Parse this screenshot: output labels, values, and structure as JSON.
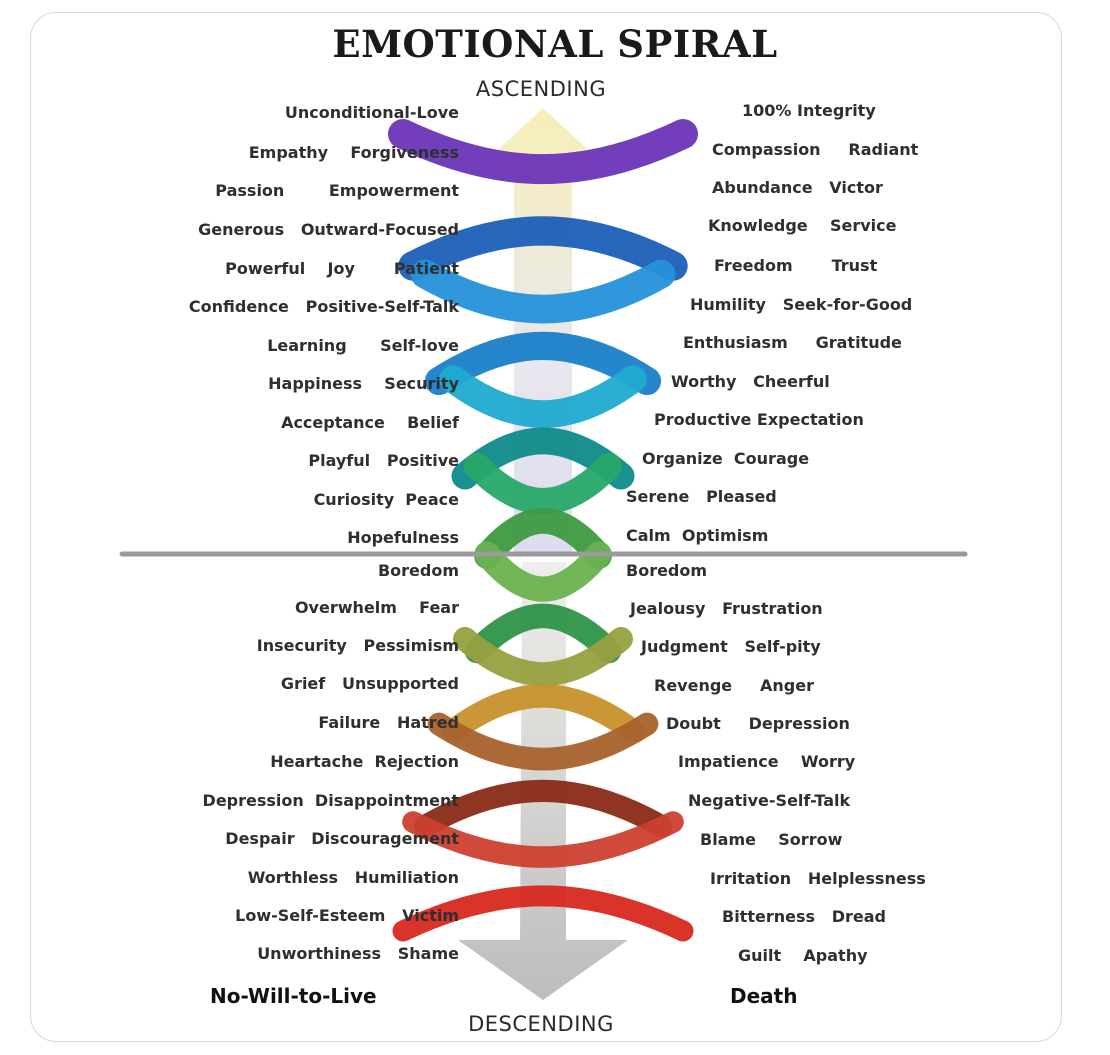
{
  "title": "EMOTIONAL SPIRAL",
  "ascending": "ASCENDING",
  "descending": "DESCENDING",
  "left_rows": [
    "Unconditional-Love",
    "Empathy    Forgiveness",
    "Passion        Empowerment",
    "Generous   Outward-Focused",
    "Powerful    Joy       Patient",
    "Confidence   Positive-Self-Talk",
    "Learning      Self-love",
    "Happiness    Security",
    "Acceptance    Belief",
    "Playful   Positive",
    "Curiosity  Peace",
    "Hopefulness",
    "Boredom",
    "Overwhelm    Fear",
    "Insecurity   Pessimism",
    "Grief   Unsupported",
    "Failure   Hatred",
    "Heartache  Rejection",
    "Depression  Disappointment",
    "Despair   Discouragement",
    "Worthless   Humiliation",
    "Low-Self-Esteem   Victim",
    "Unworthiness   Shame"
  ],
  "right_rows": [
    "100% Integrity",
    "Compassion     Radiant",
    "Abundance   Victor",
    "Knowledge    Service",
    "Freedom       Trust",
    "Humility   Seek-for-Good",
    "Enthusiasm     Gratitude",
    "Worthy   Cheerful",
    "Productive Expectation",
    "Organize  Courage",
    "Serene   Pleased",
    "Calm  Optimism",
    "Boredom",
    "Jealousy   Frustration",
    "Judgment   Self-pity",
    "Revenge     Anger",
    "Doubt     Depression",
    "Impatience    Worry",
    "Negative-Self-Talk",
    "Blame    Sorrow",
    "Irritation   Helplessness",
    "Bitterness   Dread",
    "Guilt    Apathy"
  ],
  "bottom_left": "No-Will-to-Live",
  "bottom_right": "Death",
  "colors": {
    "top_arrow": "#f7efb6",
    "bottom_arrow": "#cfcfcf",
    "divider": "#9a9a9a",
    "band_top": "#6a2fb3",
    "band_mid_blue": "#1a7fd0",
    "band_green": "#2e9a4a",
    "band_orange": "#d89430",
    "band_brown": "#7a3a1c",
    "band_red": "#e0302a"
  }
}
